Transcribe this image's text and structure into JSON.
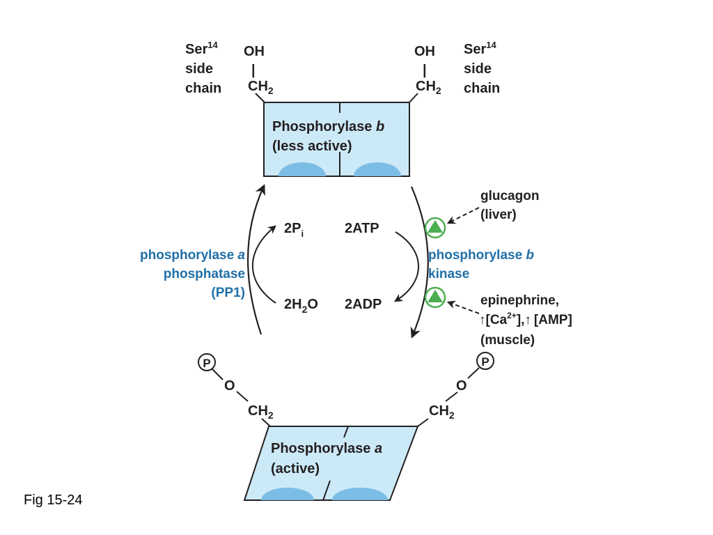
{
  "top_left": {
    "label_1": "Ser",
    "sup": "14",
    "label_2": "side",
    "label_3": "chain",
    "oh": "OH",
    "bond": "|",
    "ch": "CH",
    "ch_sub": "2"
  },
  "top_right": {
    "label_1": "Ser",
    "sup": "14",
    "label_2": "side",
    "label_3": "chain",
    "oh": "OH",
    "bond": "|",
    "ch": "CH",
    "ch_sub": "2"
  },
  "phosphorylase_b": {
    "name": "Phosphorylase ",
    "italic": "b",
    "state": "(less active)"
  },
  "phosphorylase_a": {
    "name": "Phosphorylase ",
    "italic": "a",
    "state": "(active)"
  },
  "left_reaction": {
    "p_coef": "2P",
    "p_sub": "i",
    "w_coef": "2H",
    "w_sub": "2",
    "w_tail": "O"
  },
  "right_reaction": {
    "atp": "2ATP",
    "adp": "2ADP"
  },
  "phosphatase": {
    "line_1": "phosphorylase ",
    "line_1_italic": "a",
    "line_2": "phosphatase",
    "line_3": "(PP1)"
  },
  "kinase": {
    "line_1": "phosphorylase ",
    "line_1_italic": "b",
    "line_2": "kinase"
  },
  "glucagon": {
    "line_1": "glucagon",
    "line_2": "(liver)"
  },
  "epinephrine": {
    "line_1": "epinephrine,",
    "up": "↑",
    "ca_open": "[Ca",
    "ca_sup": "2+",
    "ca_close": "],",
    "amp": "[AMP]",
    "line_3": "(muscle)"
  },
  "phospho_group": {
    "p_symbol": "P",
    "o": "O",
    "ch": "CH",
    "ch_sub": "2"
  },
  "caption": "Fig 15-24",
  "colors": {
    "box_fill": "#cce9f7",
    "box_stroke": "#231f20",
    "lobe": "#7cbde6",
    "blue_text": "#1f6fa8",
    "activator": "#4caf50"
  }
}
